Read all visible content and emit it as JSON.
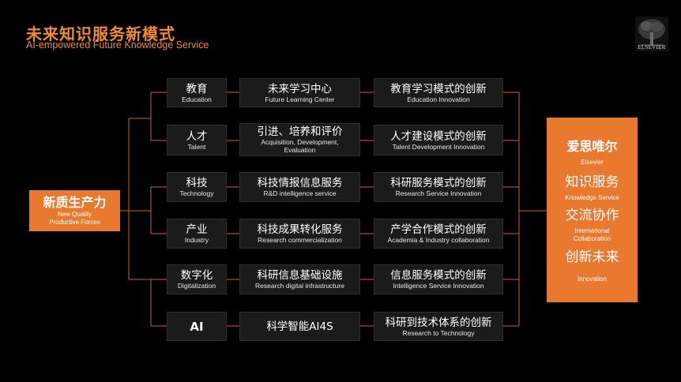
{
  "header": {
    "title_cn": "未来知识服务新模式",
    "title_en": "AI-empowered Future Knowledge Service",
    "logo_text": "ELSEVIER"
  },
  "root": {
    "cn": "新质生产力",
    "en": "New Quality Productive Forces"
  },
  "rows": [
    {
      "domain_cn": "教育",
      "domain_en": "Education",
      "service_cn": "未来学习中心",
      "service_en": "Future Learning Center",
      "mode_cn": "教育学习模式的创新",
      "mode_en": "Education Innovation"
    },
    {
      "domain_cn": "人才",
      "domain_en": "Talent",
      "service_cn": "引进、培养和评价",
      "service_en": "Acquisition, Development, Evaluation",
      "mode_cn": "人才建设模式的创新",
      "mode_en": "Talent Development Innovation"
    },
    {
      "domain_cn": "科技",
      "domain_en": "Technology",
      "service_cn": "科技情报信息服务",
      "service_en": "R&D intelligence service",
      "mode_cn": "科研服务模式的创新",
      "mode_en": "Research Service Innovation"
    },
    {
      "domain_cn": "产业",
      "domain_en": "Industry",
      "service_cn": "科技成果转化服务",
      "service_en": "Research commercialization",
      "mode_cn": "产学合作模式的创新",
      "mode_en": "Academia & Industry collaboration"
    },
    {
      "domain_cn": "数字化",
      "domain_en": "Digitalization",
      "service_cn": "科研信息基础设施",
      "service_en": "Research digital infrastructure",
      "mode_cn": "信息服务模式的创新",
      "mode_en": "Intelligence Service Innovation"
    },
    {
      "domain_cn": "AI",
      "domain_en": "",
      "service_cn": "科学智能AI4S",
      "service_en": "",
      "mode_cn": "科研到技术体系的创新",
      "mode_en": "Research to Technology"
    }
  ],
  "summary": {
    "org_cn": "爱思唯尔",
    "org_en": "Elsevier",
    "p1_cn": "知识服务",
    "p1_en": "Knowledge Service",
    "p2_cn": "交流协作",
    "p2_en": "International Collaboration",
    "p3_cn": "创新未来",
    "p3_en": "Innovation"
  },
  "colors": {
    "accent": "#e8792e",
    "title": "#f08a34",
    "connector": "#c8622a",
    "box": "#1b1b1b"
  }
}
